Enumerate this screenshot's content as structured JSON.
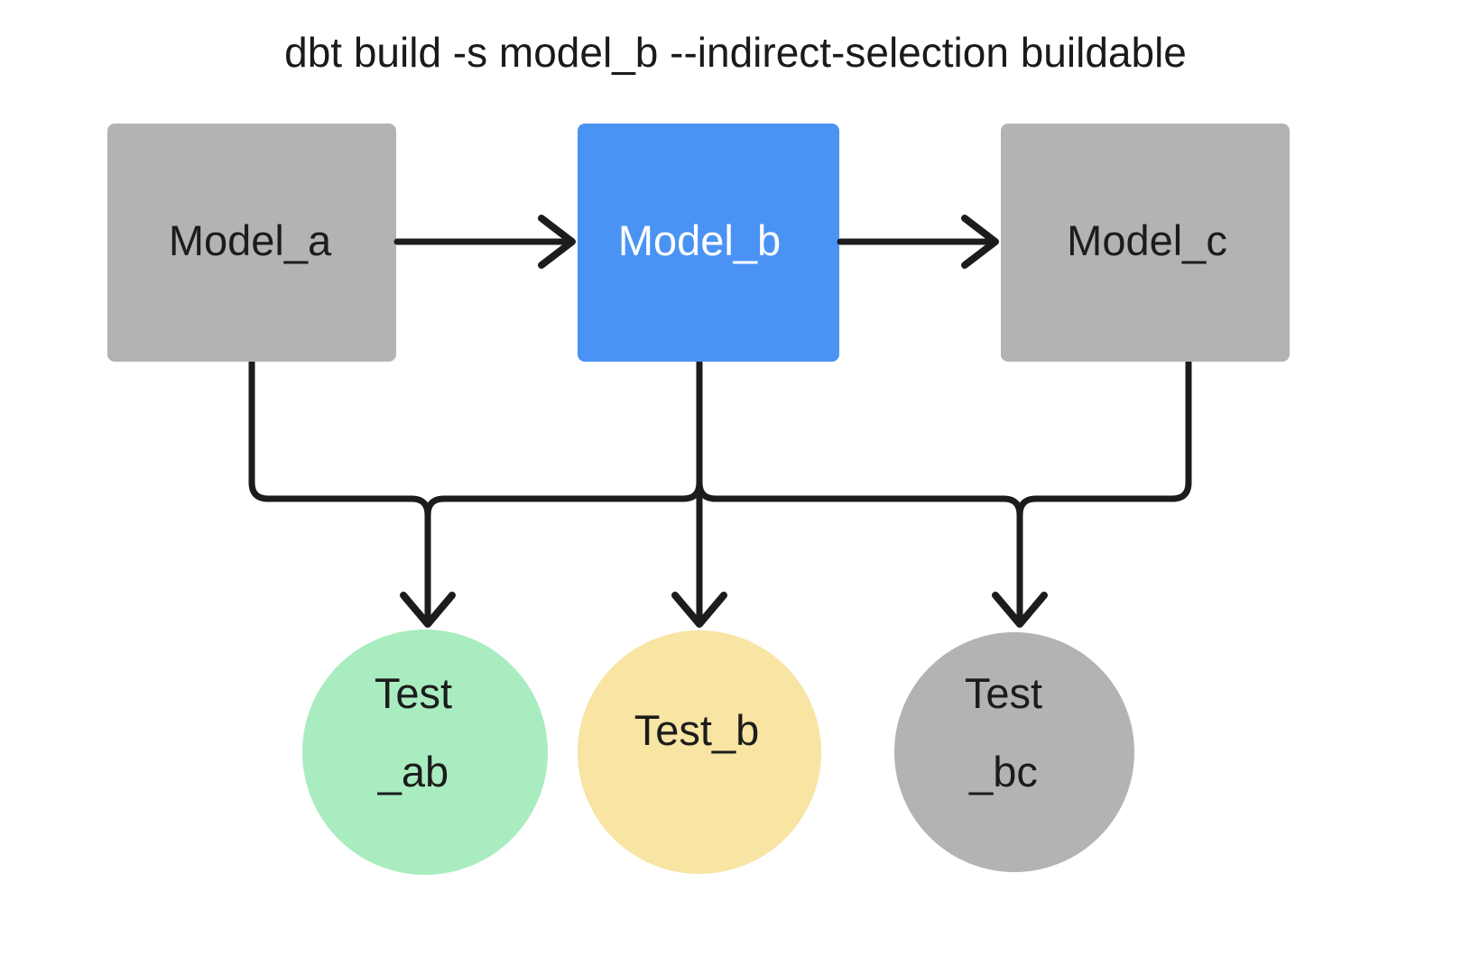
{
  "diagram": {
    "title": "dbt build -s model_b --indirect-selection buildable",
    "background_color": "#ffffff",
    "edge_color": "#1c1c1c",
    "colors": {
      "selected_blue": "#4a93f5",
      "neutral_gray": "#b3b3b3",
      "test_green": "#a9ecc0",
      "test_yellow": "#f8e4a3",
      "test_gray": "#b3b3b3",
      "text_dark": "#1c1c1c",
      "text_light": "#ffffff"
    },
    "models": [
      {
        "id": "model_a",
        "label": "Model_a",
        "shape": "rectangle",
        "fill": "#b3b3b3",
        "text_color": "#1c1c1c",
        "state": "not-selected"
      },
      {
        "id": "model_b",
        "label": "Model_b",
        "shape": "rectangle",
        "fill": "#4a93f5",
        "text_color": "#ffffff",
        "state": "selected"
      },
      {
        "id": "model_c",
        "label": "Model_c",
        "shape": "rectangle",
        "fill": "#b3b3b3",
        "text_color": "#1c1c1c",
        "state": "not-selected"
      }
    ],
    "tests": [
      {
        "id": "test_ab",
        "label_line1": "Test",
        "label_line2": "_ab",
        "shape": "circle",
        "fill": "#a9ecc0",
        "text_color": "#1c1c1c",
        "state": "buildable-selected"
      },
      {
        "id": "test_b",
        "label_line1": "Test_b",
        "label_line2": "",
        "shape": "circle",
        "fill": "#f8e4a3",
        "text_color": "#1c1c1c",
        "state": "direct-selected"
      },
      {
        "id": "test_bc",
        "label_line1": "Test",
        "label_line2": "_bc",
        "shape": "circle",
        "fill": "#b3b3b3",
        "text_color": "#1c1c1c",
        "state": "not-selected"
      }
    ],
    "edges": [
      {
        "from": "model_a",
        "to": "model_b",
        "style": "arrow-right"
      },
      {
        "from": "model_b",
        "to": "model_c",
        "style": "arrow-right"
      },
      {
        "from": "model_a",
        "to": "test_ab",
        "style": "elbow-down"
      },
      {
        "from": "model_b",
        "to": "test_ab",
        "style": "elbow-down"
      },
      {
        "from": "model_b",
        "to": "test_b",
        "style": "straight-down"
      },
      {
        "from": "model_b",
        "to": "test_bc",
        "style": "elbow-down"
      },
      {
        "from": "model_c",
        "to": "test_bc",
        "style": "elbow-down"
      }
    ]
  }
}
